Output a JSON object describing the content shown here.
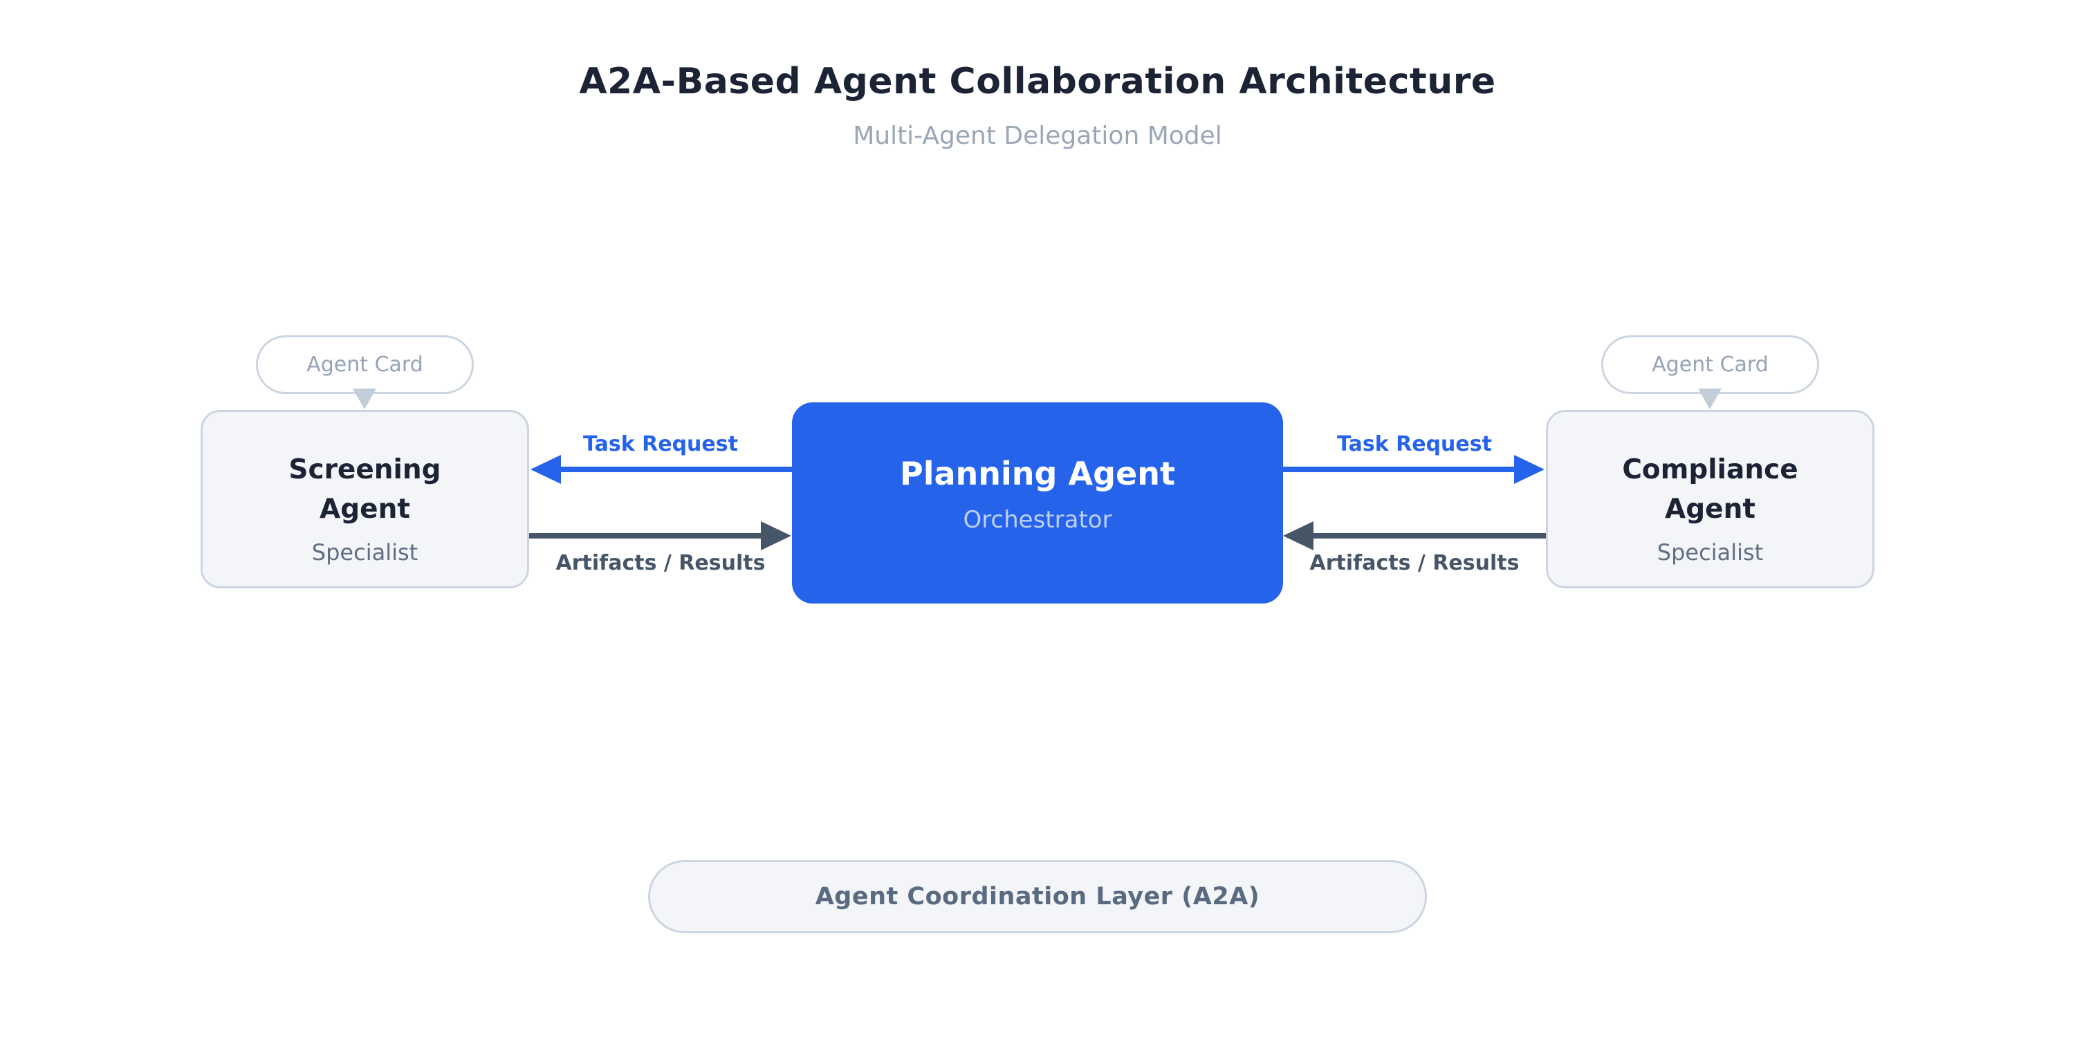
{
  "title": "A2A-Based Agent Collaboration Architecture",
  "subtitle": "Multi-Agent Delegation Model",
  "orchestrator": {
    "name": "Planning Agent",
    "role": "Orchestrator"
  },
  "agents": [
    {
      "name": "Screening Agent",
      "role": "Specialist",
      "badge": "Agent Card"
    },
    {
      "name": "Compliance Agent",
      "role": "Specialist",
      "badge": "Agent Card"
    }
  ],
  "connections": {
    "left": {
      "task_label": "Task Request",
      "result_label": "Artifacts / Results"
    },
    "right": {
      "task_label": "Task Request",
      "result_label": "Artifacts / Results"
    }
  },
  "footer": {
    "label": "Agent Coordination Layer (A2A)"
  },
  "colors": {
    "accent_blue": "#2563eb",
    "slate_dark": "#475569",
    "navy_text": "#1b2335",
    "muted_text": "#5f6e82",
    "badge_text": "#96a3b6",
    "box_fill": "#f4f5f9",
    "box_border": "#cbd5e1",
    "footer_fill": "#f3f5f9",
    "footer_border": "#ccd6e2",
    "footer_text": "#5a6a80",
    "pointer_gray": "#c2cdd9"
  }
}
